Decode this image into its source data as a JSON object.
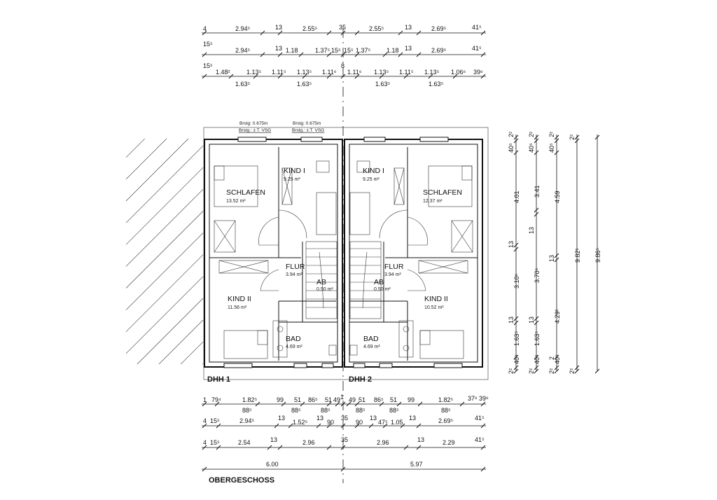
{
  "plan": {
    "title": "OBERGESCHOSS",
    "unit_left": "DHH 1",
    "unit_right": "DHH 2",
    "notes": {
      "left_brstg": "Brstg: 0.675m",
      "left_vsg": "Brstg.: z.T. VSG",
      "right_brstg": "Brstg: 0.675m",
      "right_vsg": "Brstg.: z.T. VSG"
    },
    "rooms_left": {
      "schlafen": {
        "name": "SCHLAFEN",
        "area": "13.52 m²"
      },
      "kind1": {
        "name": "KIND I",
        "area": "9.25 m²"
      },
      "flur": {
        "name": "FLUR",
        "area": "3.94 m²"
      },
      "ab": {
        "name": "AB",
        "area": "0.50 m²"
      },
      "kind2": {
        "name": "KIND II",
        "area": "11.56 m²"
      },
      "bad": {
        "name": "BAD",
        "area": "4.69 m²"
      }
    },
    "rooms_right": {
      "kind1": {
        "name": "KIND I",
        "area": "9.25 m²"
      },
      "schlafen": {
        "name": "SCHLAFEN",
        "area": "12.37 m²"
      },
      "flur": {
        "name": "FLUR",
        "area": "3.94 m²"
      },
      "ab": {
        "name": "AB",
        "area": "0.50 m²"
      },
      "kind2": {
        "name": "KIND II",
        "area": "10.52 m²"
      },
      "bad": {
        "name": "BAD",
        "area": "4.69 m²"
      }
    }
  },
  "top_dims": {
    "row1": [
      "4",
      "2.94⁵",
      "13",
      "2.55⁵",
      "35",
      "2.55⁵",
      "13",
      "2.69⁵",
      "41⁵"
    ],
    "row2": [
      "15⁵",
      "2.94⁵",
      "13",
      "1.18",
      "1.37⁵",
      "15⁵",
      "15⁵",
      "1.37⁵",
      "1.18",
      "13",
      "2.69⁵",
      "41⁵"
    ],
    "row3": [
      "15⁵",
      "1.48²",
      "1.13⁵",
      "1.11⁵",
      "1.13⁵",
      "1.11⁶",
      "1.11⁶",
      "1.13⁵",
      "1.11⁵",
      "1.13⁵",
      "1.06⁶",
      "39⁶"
    ],
    "row3b": [
      "1.63⁵",
      "1.63⁵",
      "1.63⁵",
      "1.63⁵"
    ],
    "mark": "8"
  },
  "bottom_dims": {
    "row1": [
      "1",
      "79⁴",
      "1.82⁵",
      "99",
      "51",
      "86⁵",
      "51",
      "49",
      "1",
      "49",
      "51",
      "86⁵",
      "51",
      "99",
      "1.82⁵",
      "37⁶",
      "39⁶"
    ],
    "row1b": [
      "88⁵",
      "88⁵",
      "88⁵",
      "88⁵",
      "88⁵",
      "88⁵"
    ],
    "row2": [
      "4",
      "15⁵",
      "2.94⁵",
      "13",
      "1.52⁵",
      "13",
      "90",
      "35",
      "90",
      "13",
      "47⁵",
      "1.05",
      "13",
      "2.69⁵",
      "41⁵"
    ],
    "row3": [
      "4",
      "15⁵",
      "2.54",
      "13",
      "2.96",
      "35",
      "2.96",
      "13",
      "2.29",
      "41⁵"
    ],
    "row4": [
      "6.00",
      "5.97"
    ]
  },
  "right_dims": {
    "col1": [
      "2²",
      "40⁵",
      "4.01",
      "13",
      "3.10⁶",
      "13",
      "1.63⁵",
      "40⁵",
      "2²"
    ],
    "col2": [
      "2²",
      "40⁵",
      "3.41",
      "13",
      "3.70⁶",
      "13",
      "1.63⁵",
      "40⁵",
      "2²"
    ],
    "col3": [
      "2²",
      "40⁵",
      "4.59",
      "13",
      "4.29¹",
      "2",
      "40⁵",
      "2²"
    ],
    "col4": [
      "2²",
      "9.82¹",
      "2²"
    ],
    "col5": [
      "9.86⁵"
    ]
  }
}
